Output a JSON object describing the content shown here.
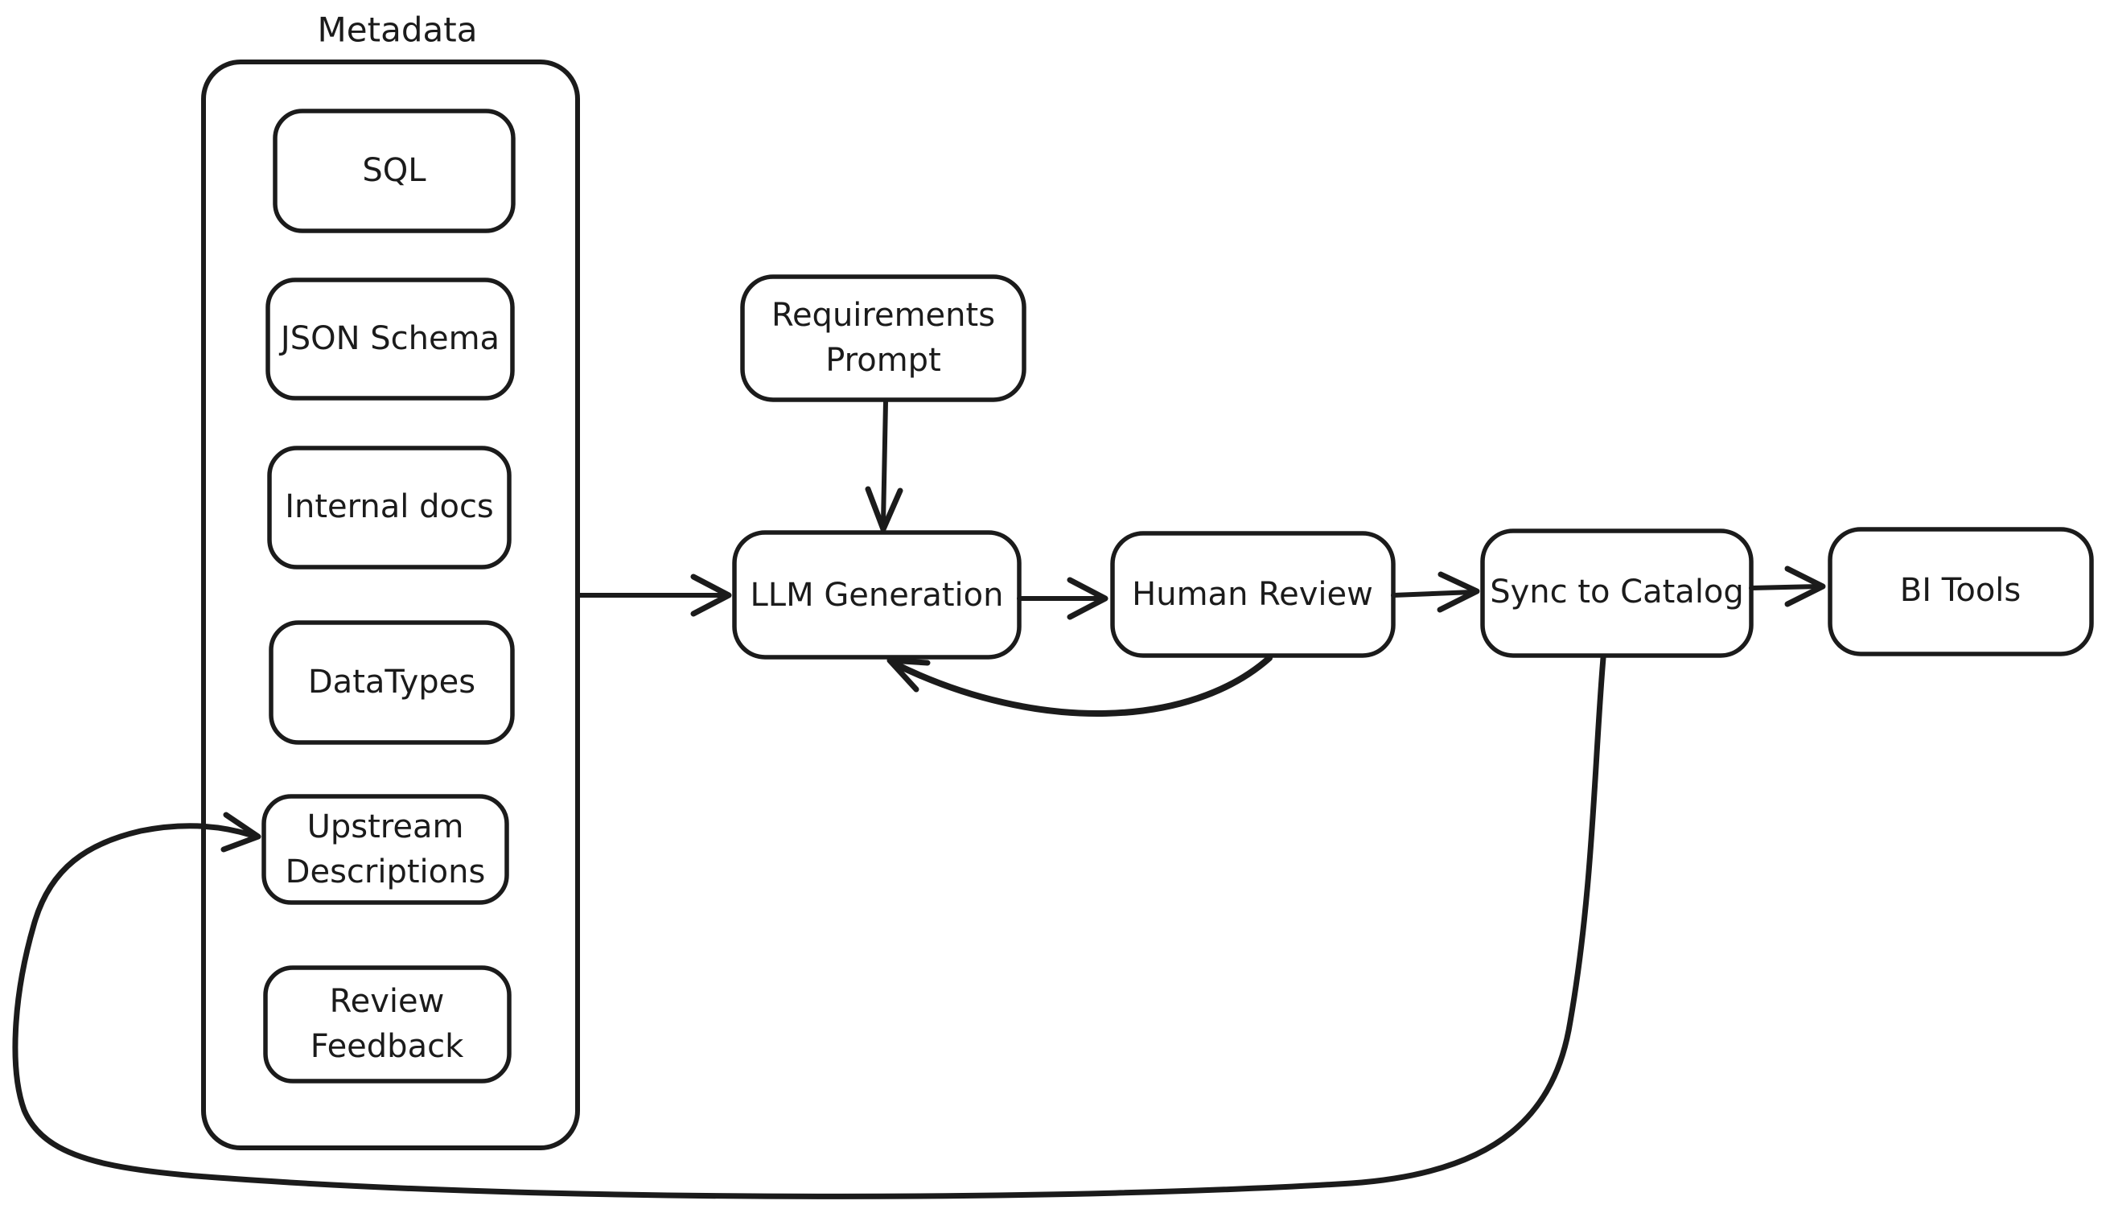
{
  "colors": {
    "ink": "#1b1b1b",
    "canvas": "#ffffff"
  },
  "metadata_group": {
    "title": "Metadata",
    "children": [
      "SQL",
      "JSON Schema",
      "Internal docs",
      "DataTypes",
      "Upstream Descriptions",
      "Review Feedback"
    ]
  },
  "nodes": {
    "sql": {
      "label": "SQL"
    },
    "json_schema": {
      "label": "JSON Schema"
    },
    "internal_docs": {
      "label": "Internal docs"
    },
    "datatypes": {
      "label": "DataTypes"
    },
    "upstream_descriptions": {
      "line1": "Upstream",
      "line2": "Descriptions"
    },
    "review_feedback": {
      "line1": "Review",
      "line2": "Feedback"
    },
    "requirements_prompt": {
      "line1": "Requirements",
      "line2": "Prompt"
    },
    "llm_generation": {
      "label": "LLM Generation"
    },
    "human_review": {
      "label": "Human Review"
    },
    "sync_to_catalog": {
      "label": "Sync to Catalog"
    },
    "bi_tools": {
      "label": "BI Tools"
    }
  },
  "edges": [
    {
      "from": "Metadata",
      "to": "LLM Generation"
    },
    {
      "from": "Requirements Prompt",
      "to": "LLM Generation"
    },
    {
      "from": "LLM Generation",
      "to": "Human Review"
    },
    {
      "from": "Human Review",
      "to": "LLM Generation"
    },
    {
      "from": "Human Review",
      "to": "Sync to Catalog"
    },
    {
      "from": "Sync to Catalog",
      "to": "BI Tools"
    },
    {
      "from": "Sync to Catalog",
      "to": "Upstream Descriptions"
    }
  ]
}
